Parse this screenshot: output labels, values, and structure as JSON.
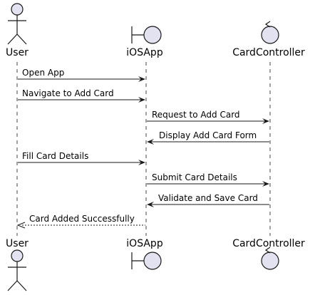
{
  "diagram": {
    "type": "sequence",
    "participants": [
      {
        "id": "user",
        "name": "User",
        "shape": "actor-icon"
      },
      {
        "id": "app",
        "name": "iOSApp",
        "shape": "boundary-icon"
      },
      {
        "id": "ctrl",
        "name": "CardController",
        "shape": "control-icon"
      }
    ],
    "messages": [
      {
        "from": "user",
        "to": "app",
        "label": "Open App",
        "style": "solid"
      },
      {
        "from": "user",
        "to": "app",
        "label": "Navigate to Add Card",
        "style": "solid"
      },
      {
        "from": "app",
        "to": "ctrl",
        "label": "Request to Add Card",
        "style": "solid"
      },
      {
        "from": "ctrl",
        "to": "app",
        "label": "Display Add Card Form",
        "style": "solid"
      },
      {
        "from": "user",
        "to": "app",
        "label": "Fill Card Details",
        "style": "solid"
      },
      {
        "from": "app",
        "to": "ctrl",
        "label": "Submit Card Details",
        "style": "solid"
      },
      {
        "from": "ctrl",
        "to": "app",
        "label": "Validate and Save Card",
        "style": "solid"
      },
      {
        "from": "app",
        "to": "user",
        "label": "Card Added Successfully",
        "style": "dashed"
      }
    ],
    "colors": {
      "participant_fill": "#E2E2F0",
      "participant_stroke": "#181818",
      "lifeline": "#181818",
      "arrow": "#181818",
      "text": "#000000"
    }
  }
}
